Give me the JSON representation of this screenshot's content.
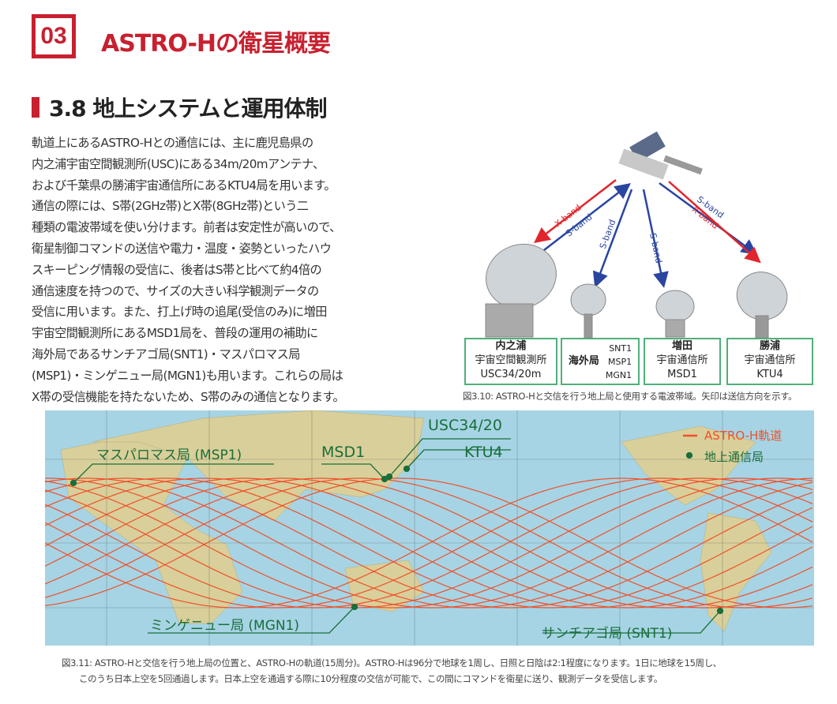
{
  "header": {
    "chapter_number": "03",
    "chapter_title": "ASTRO-Hの衛星概要"
  },
  "section": {
    "title": "3.8 地上システムと運用体制"
  },
  "body_lines": [
    "軌道上にあるASTRO-Hとの通信には、主に鹿児島県の",
    "内之浦宇宙空間観測所(USC)にある34m/20mアンテナ、",
    "および千葉県の勝浦宇宙通信所にあるKTU4局を用います。",
    "通信の際には、S帯(2GHz帯)とX帯(8GHz帯)という二",
    "種類の電波帯域を使い分けます。前者は安定性が高いので、",
    "衛星制御コマンドの送信や電力・温度・姿勢といったハウ",
    "スキーピング情報の受信に、後者はS帯と比べて約4倍の",
    "通信速度を持つので、サイズの大きい科学観測データの",
    "受信に用います。また、打上げ時の追尾(受信のみ)に増田",
    "宇宙空間観測所にあるMSD1局を、普段の運用の補助に",
    "海外局であるサンチアゴ局(SNT1)・マスパロマス局",
    "(MSP1)・ミンゲニュー局(MGN1)も用います。これらの局は",
    "X帯の受信機能を持たないため、S帯のみの通信となります。"
  ],
  "figure_3_10": {
    "bands": {
      "x": "X-band",
      "s": "S-band"
    },
    "stations": [
      {
        "name": "内之浦",
        "sub": "宇宙空間観測所",
        "code": "USC34/20m"
      },
      {
        "name": "海外局",
        "codes": [
          "SNT1",
          "MSP1",
          "MGN1"
        ]
      },
      {
        "name": "増田",
        "sub": "宇宙通信所",
        "code": "MSD1"
      },
      {
        "name": "勝浦",
        "sub": "宇宙通信所",
        "code": "KTU4"
      }
    ],
    "caption": "図3.10: ASTRO-Hと交信を行う地上局と使用する電波帯域。矢印は送信方向を示す。"
  },
  "figure_3_11": {
    "legend": {
      "orbit": "ASTRO-H軌道",
      "station": "地上通信局"
    },
    "labels": {
      "msp1": "マスパロマス局 (MSP1)",
      "msd1": "MSD1",
      "usc": "USC34/20",
      "ktu4": "KTU4",
      "mgn1": "ミンゲニュー局 (MGN1)",
      "snt1": "サンチアゴ局 (SNT1)"
    },
    "orbit_count": 15,
    "caption_lines": [
      "図3.11: ASTRO-Hと交信を行う地上局の位置と、ASTRO-Hの軌道(15周分)。ASTRO-Hは96分で地球を1周し、日照と日陰は2:1程度になります。1日に地球を15周し、",
      "このうち日本上空を5回通過します。日本上空を通過する際に10分程度の交信が可能で、この間にコマンドを衛星に送り、観測データを受信します。"
    ]
  },
  "colors": {
    "accent": "#c8202f",
    "x_band": "#e0262c",
    "s_band": "#2a45a0",
    "station_green": "#1a6e3a",
    "orbit": "#f0502a",
    "ocean": "#a6d4e4",
    "land": "#d9cf9a"
  }
}
